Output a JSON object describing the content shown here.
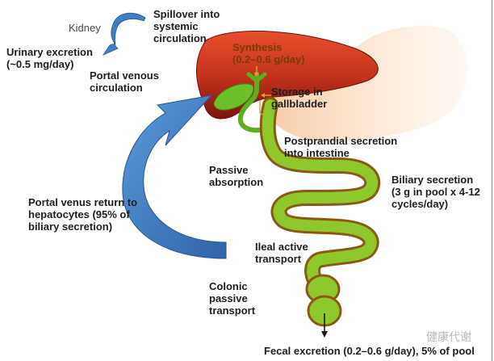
{
  "diagram": {
    "title": "Enterohepatic circulation of bile acids",
    "labels": {
      "kidney": "Kidney",
      "spillover": "Spillover into\nsystemic\ncirculation",
      "urinary": "Urinary excretion\n(~0.5 mg/day)",
      "portal_venous": "Portal venous\ncirculation",
      "synthesis": "Synthesis\n(0.2–0.6 g/day)",
      "storage": "Storage in\ngallbladder",
      "postprandial": "Postprandial secretion\ninto intestine",
      "passive_absorption": "Passive\nabsorption",
      "biliary_secretion": "Biliary secretion\n(3 g in pool x 4-12\ncycles/day)",
      "portal_return": "Portal venus return to\nhepatocytes (95% of\nbiliary secretion)",
      "ileal": "Ileal active\ntransport",
      "colonic": "Colonic\npassive\ntransport",
      "fecal": "Fecal excretion (0.2–0.6 g/day), 5% of pool"
    },
    "watermark": "健康代谢",
    "colors": {
      "liver": "#c0301a",
      "liver_dark": "#8a1a10",
      "gallbladder": "#6cc12a",
      "intestine": "#8fc82a",
      "intestine_edge": "#8a5a14",
      "stomach": "#f7c79a",
      "portal_arrow": "#3f7fc4",
      "orange_arrow": "#e09a30"
    }
  }
}
